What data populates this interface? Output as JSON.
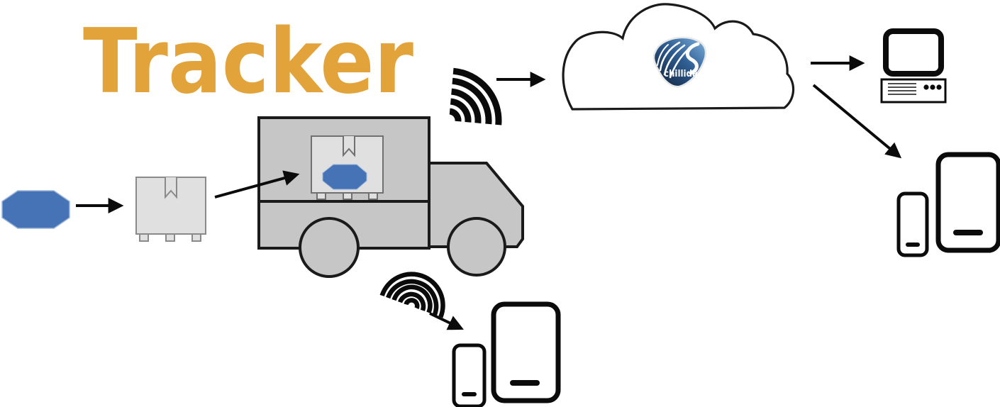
{
  "title": {
    "text": "Tracker",
    "color": "#E2A33B"
  },
  "cloud": {
    "logo_text": "chillida"
  },
  "colors": {
    "tracker_blue": "#4573B5",
    "tracker_blue_edge": "#9FB6DA",
    "truck_gray": "#C6C6C6",
    "package_gray": "#E0E0E0",
    "package_edge": "#8A8A8A",
    "outline": "#1A1A1A",
    "signal_black": "#0B0B0B",
    "logo_light": "#7FB2E0",
    "logo_mid": "#2E5D92",
    "logo_dark": "#101E36"
  },
  "icons": {
    "tracker_device": "tracker-octagon",
    "package": "package-box",
    "truck": "delivery-truck",
    "truck_signal": "wireless-signal",
    "local_signal": "wireless-signal",
    "cloud": "cloud-service",
    "desktop": "desktop-computer",
    "phone": "smartphone",
    "tablet": "tablet"
  },
  "edges": [
    {
      "from": "tracker-device",
      "to": "package-box"
    },
    {
      "from": "package-box",
      "to": "delivery-truck"
    },
    {
      "from": "truck-signal",
      "to": "cloud-service"
    },
    {
      "from": "cloud-service",
      "to": "desktop-computer"
    },
    {
      "from": "cloud-service",
      "to": "mobile-devices-right"
    },
    {
      "from": "local-signal",
      "to": "mobile-devices-bottom"
    }
  ]
}
